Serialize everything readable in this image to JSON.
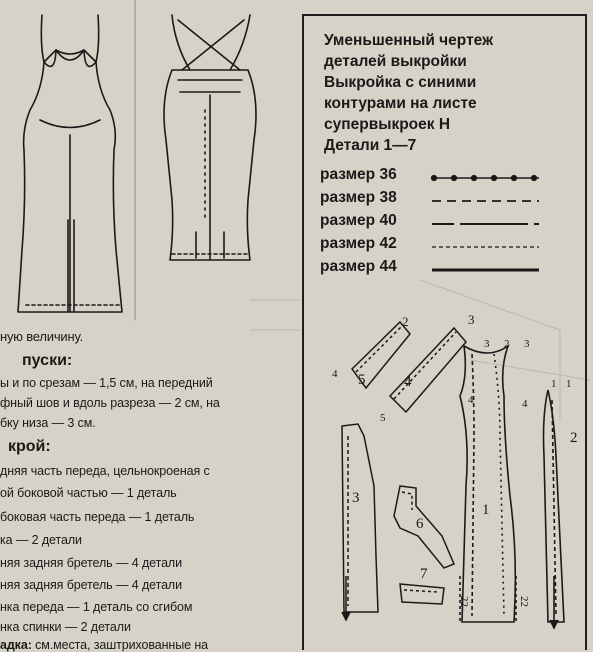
{
  "caption": "ную величину.",
  "allowances": {
    "heading": "пуски:",
    "lines": [
      "ы и по срезам — 1,5 см, на передний",
      "фный шов и вдоль разреза — 2 см, на",
      "бку низа — 3 см."
    ]
  },
  "cutting": {
    "heading": "крой:",
    "lines": [
      "дняя часть переда, цельнокроеная с",
      "ой боковой частью — 1 деталь",
      "боковая часть переда — 1 деталь",
      "ка — 2 детали",
      "няя задняя бретель — 4 детали",
      "няя задняя бретель — 4 детали",
      "нка переда — 1 деталь со сгибом",
      "нка спинки — 2 детали"
    ],
    "last_bold": "адка:",
    "last_text": " см.места, заштрихованные на"
  },
  "box": {
    "title_lines": [
      "Уменьшенный чертеж",
      "деталей выкройки",
      "Выкройка с синими",
      "контурами на листе",
      "супервыкроек Н",
      "Детали 1—7"
    ],
    "sizes": [
      {
        "label": "размер 36",
        "style": "dotted-beads"
      },
      {
        "label": "размер 38",
        "style": "dashed"
      },
      {
        "label": "размер 40",
        "style": "dash-long"
      },
      {
        "label": "размер 42",
        "style": "fine-dashed"
      },
      {
        "label": "размер 44",
        "style": "solid"
      }
    ],
    "piece_numbers": [
      "1",
      "2",
      "3",
      "4",
      "5",
      "6",
      "7"
    ],
    "marks": {
      "top": [
        "2",
        "3",
        "3",
        "2",
        "3"
      ],
      "small": [
        "4",
        "5",
        "4",
        "1",
        "1",
        "4"
      ],
      "fold": [
        "22",
        "22"
      ]
    }
  },
  "colors": {
    "paper": "#d6d2c7",
    "ink": "#1a1a1a"
  }
}
